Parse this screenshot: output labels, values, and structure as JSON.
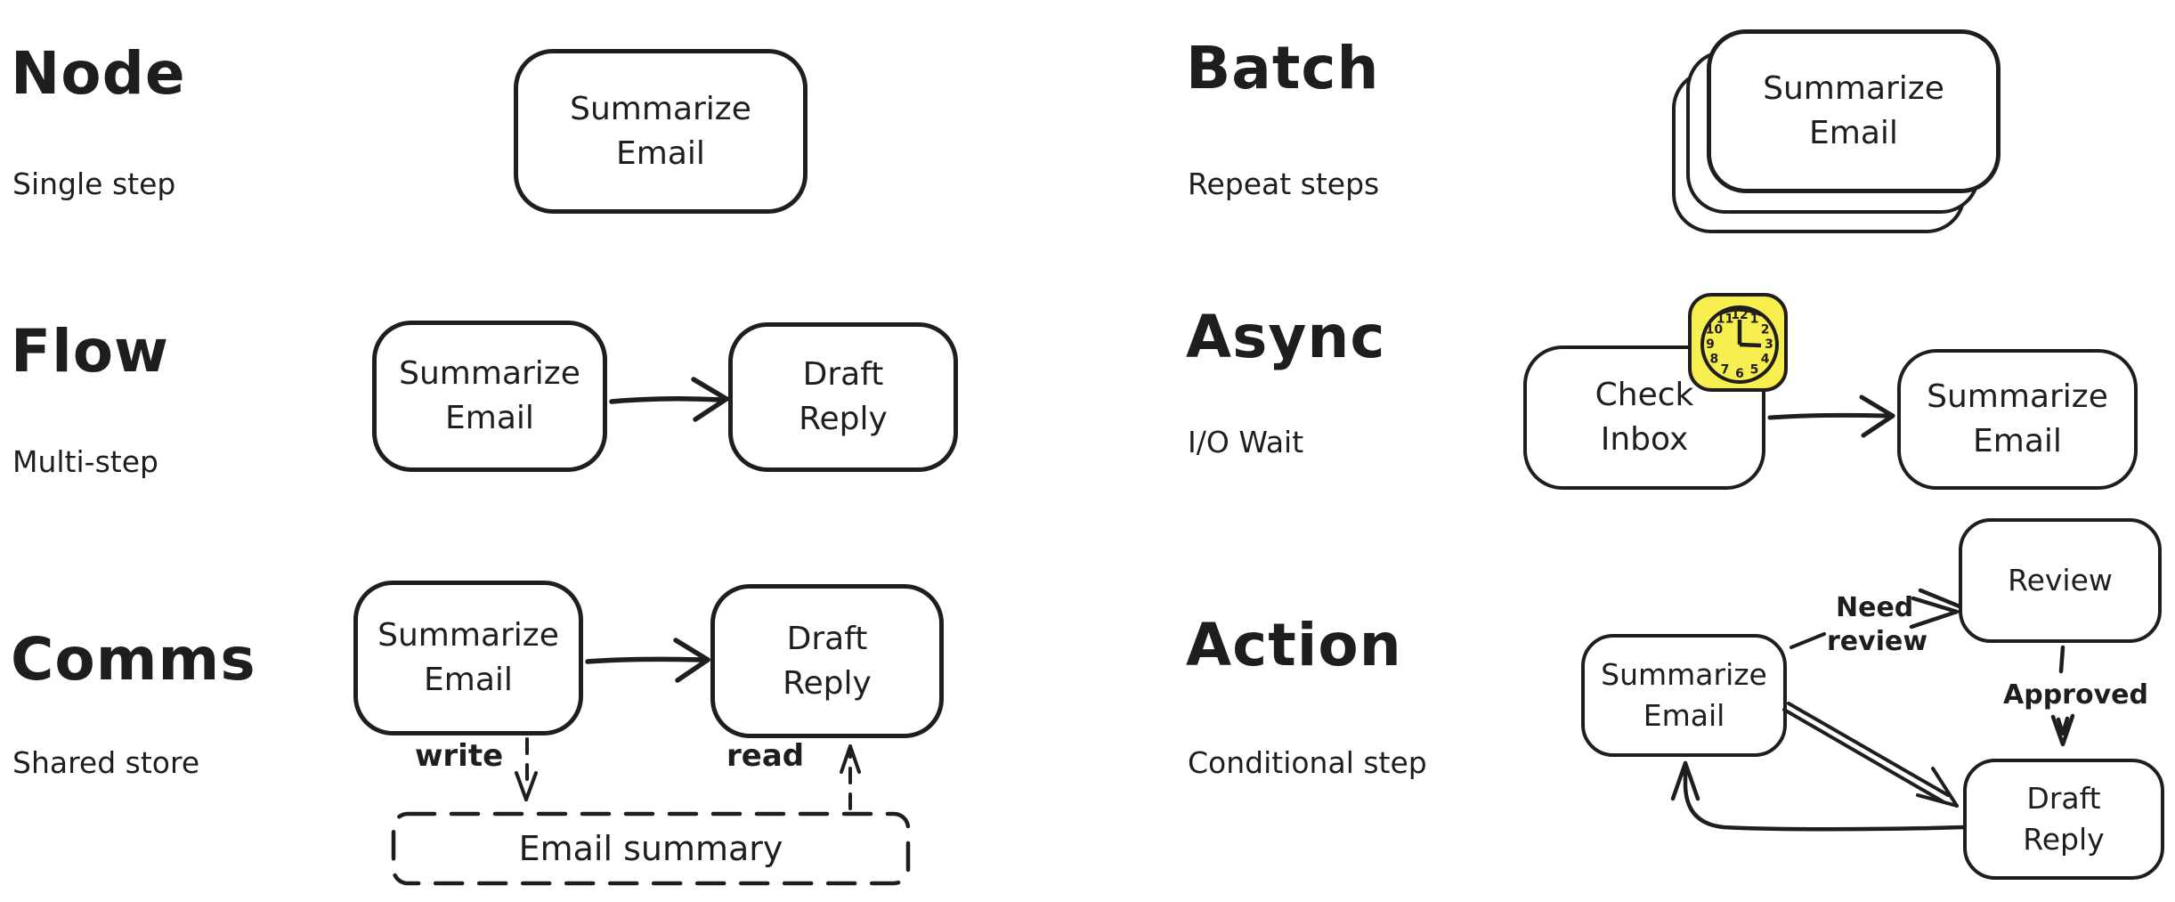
{
  "canvas": {
    "ink": "#1e1e1e",
    "paper": "#ffffff"
  },
  "sections": {
    "node": {
      "title": "Node",
      "subtitle": "Single step"
    },
    "flow": {
      "title": "Flow",
      "subtitle": "Multi-step"
    },
    "comms": {
      "title": "Comms",
      "subtitle": "Shared store"
    },
    "batch": {
      "title": "Batch",
      "subtitle": "Repeat steps"
    },
    "async": {
      "title": "Async",
      "subtitle": "I/O Wait"
    },
    "action": {
      "title": "Action",
      "subtitle": "Conditional step"
    }
  },
  "nodes": {
    "node_single": {
      "line1": "Summarize",
      "line2": "Email"
    },
    "flow_src": {
      "line1": "Summarize",
      "line2": "Email"
    },
    "flow_dst": {
      "line1": "Draft",
      "line2": "Reply"
    },
    "comms_src": {
      "line1": "Summarize",
      "line2": "Email"
    },
    "comms_dst": {
      "line1": "Draft",
      "line2": "Reply"
    },
    "comms_store": {
      "label": "Email summary"
    },
    "batch_front": {
      "line1": "Summarize",
      "line2": "Email"
    },
    "async_src": {
      "line1": "Check",
      "line2": "Inbox"
    },
    "async_dst": {
      "line1": "Summarize",
      "line2": "Email"
    },
    "action_src": {
      "line1": "Summarize",
      "line2": "Email"
    },
    "action_review": {
      "label": "Review"
    },
    "action_draft": {
      "line1": "Draft",
      "line2": "Reply"
    }
  },
  "edge_labels": {
    "write": "write",
    "read": "read",
    "need_line1": "Need",
    "need_line2": "review",
    "approved": "Approved"
  },
  "clock": {
    "fill": "#f7ee4f",
    "time_shown": "3:00",
    "numbers": [
      "12",
      "1",
      "2",
      "3",
      "4",
      "5",
      "6",
      "7",
      "8",
      "9",
      "10",
      "11"
    ]
  }
}
